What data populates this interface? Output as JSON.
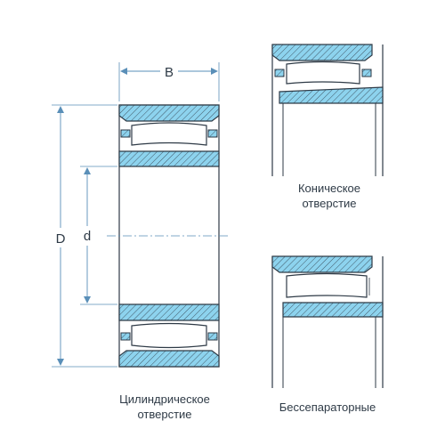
{
  "labels": {
    "width": "B",
    "outer_diameter": "D",
    "bore_diameter": "d"
  },
  "captions": {
    "cylindrical_line1": "Цилиндрическое",
    "cylindrical_line2": "отверстие",
    "tapered_line1": "Коническое",
    "tapered_line2": "отверстие",
    "full_complement": "Бессепараторные"
  },
  "colors": {
    "fill": "#8dd3ee",
    "stroke": "#2e3a46",
    "dimension": "#5a8fb8",
    "background": "#ffffff"
  }
}
